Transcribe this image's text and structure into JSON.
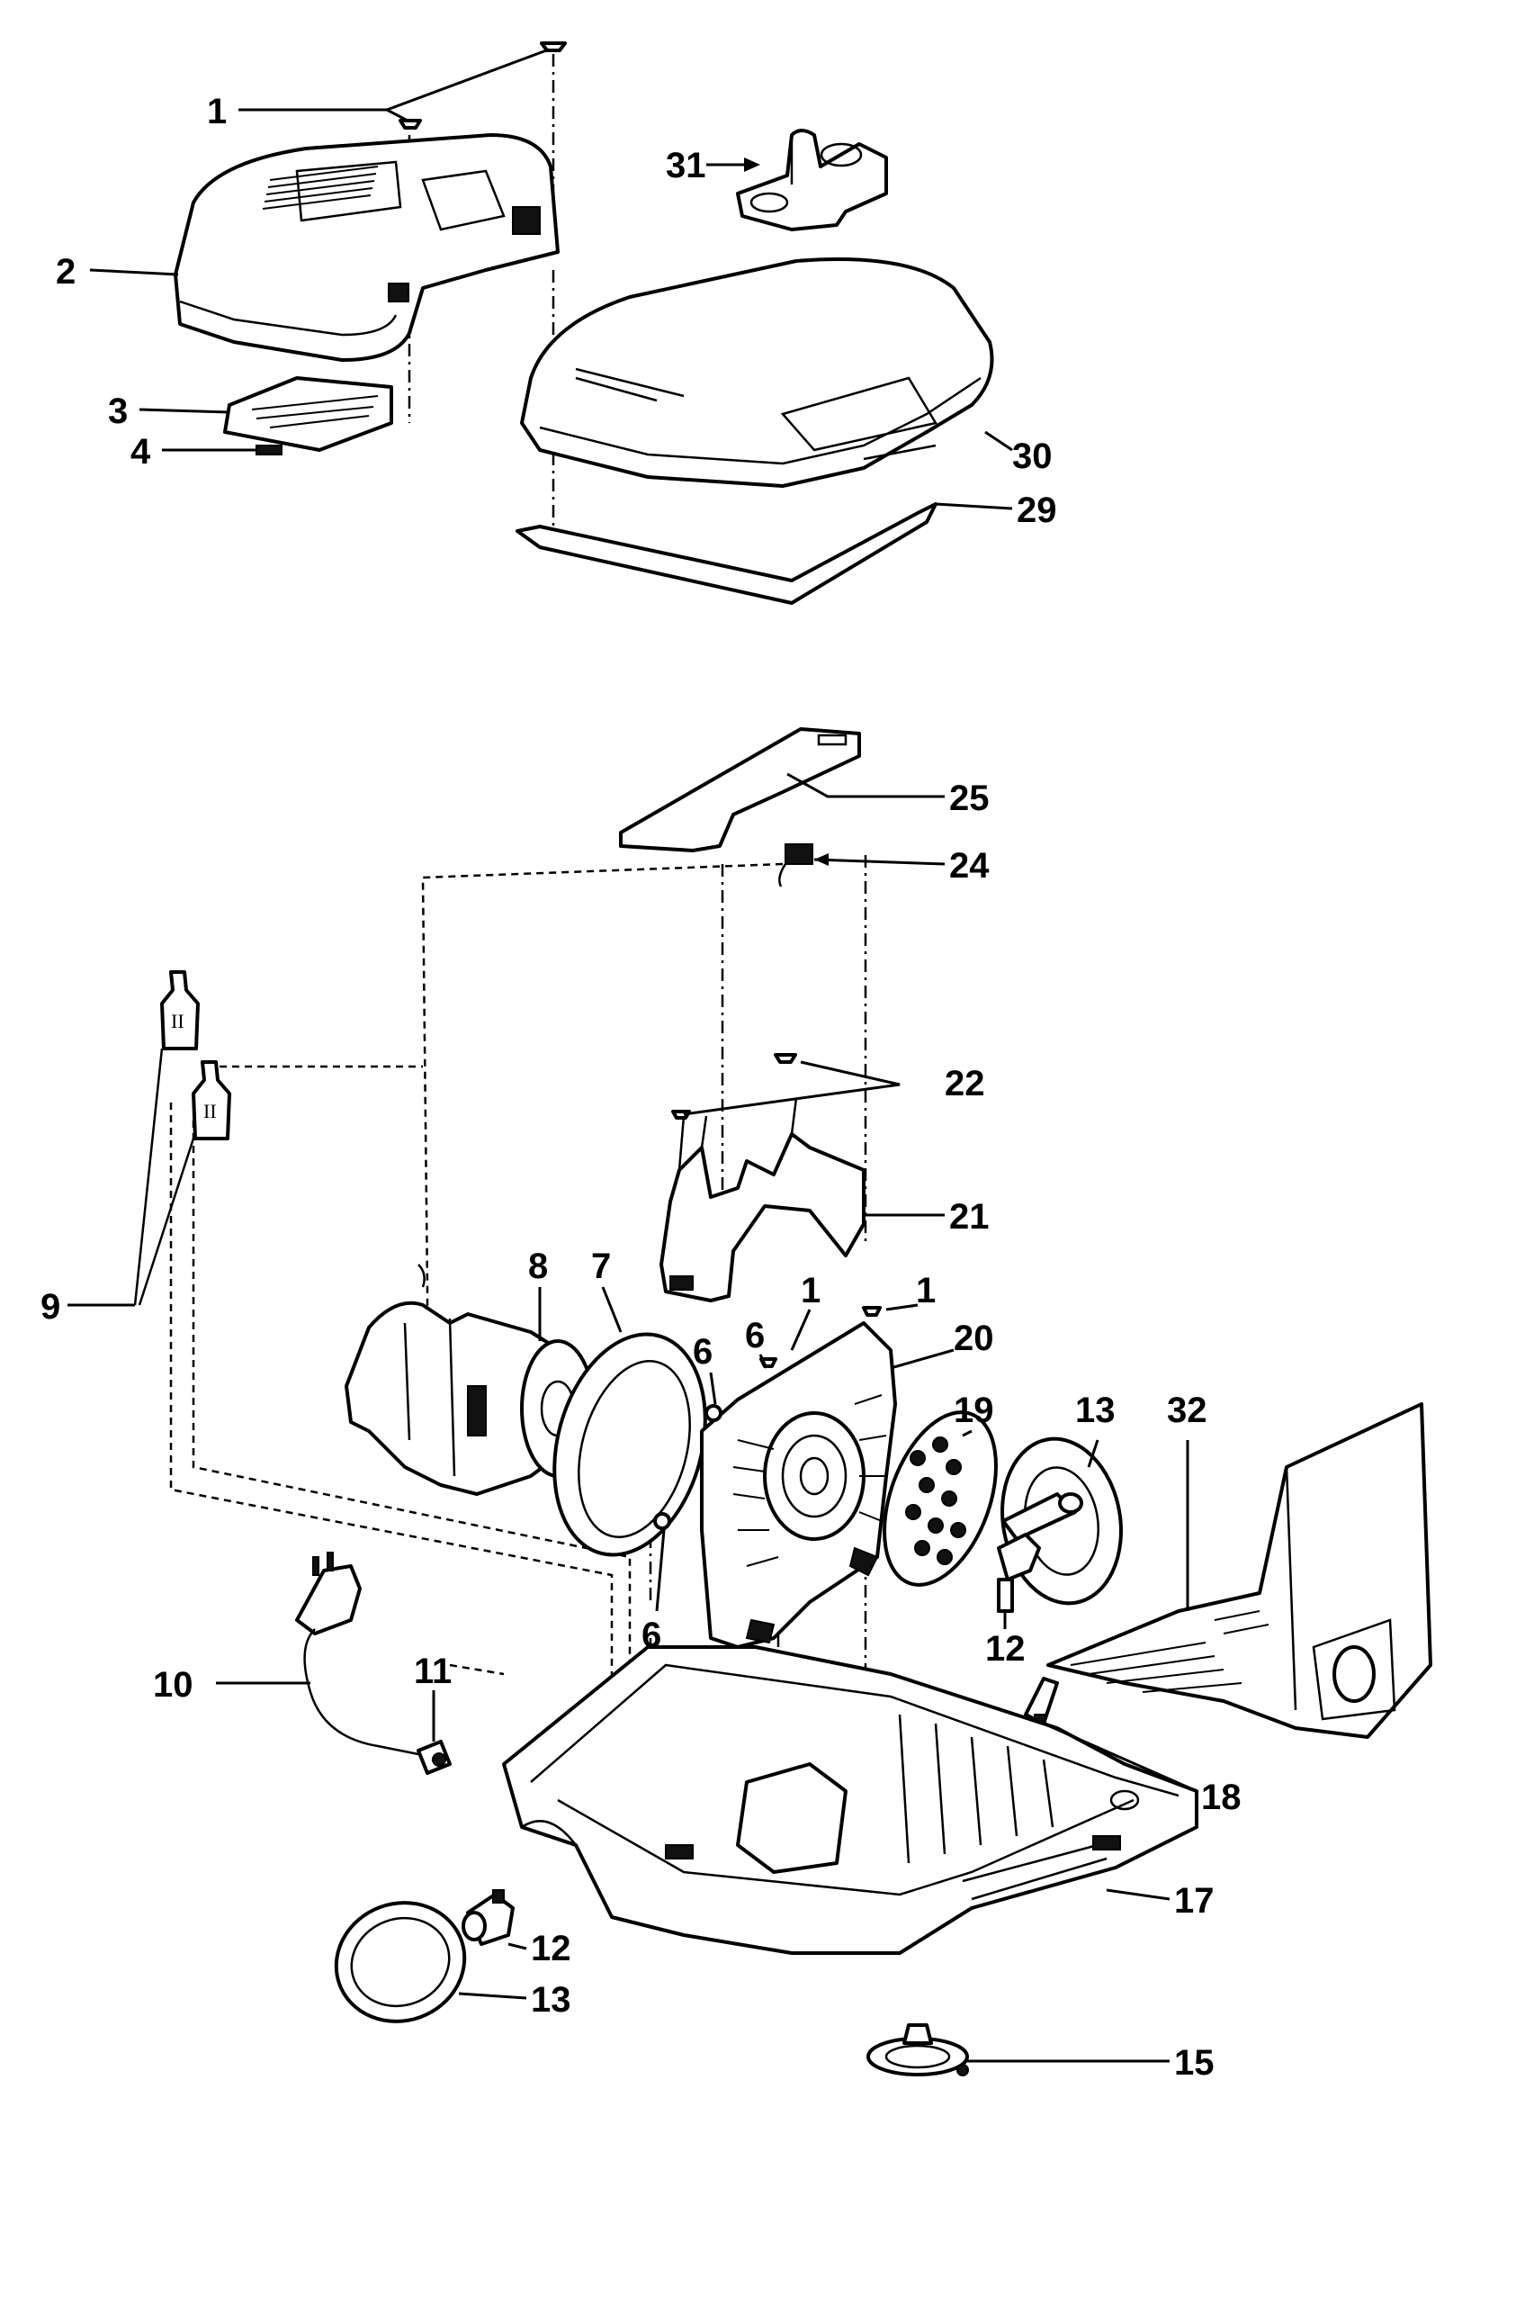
{
  "callouts": {
    "c1a": "1",
    "c2": "2",
    "c3": "3",
    "c4": "4",
    "c31": "31",
    "c30": "30",
    "c29": "29",
    "c25": "25",
    "c24": "24",
    "c9": "9",
    "c22": "22",
    "c21": "21",
    "c8": "8",
    "c7": "7",
    "c1b": "1",
    "c1c": "1",
    "c6a": "6",
    "c6b": "6",
    "c20": "20",
    "c19": "19",
    "c13a": "13",
    "c32": "32",
    "c6c": "6",
    "c12a": "12",
    "c10": "10",
    "c11": "11",
    "c18": "18",
    "c17": "17",
    "c12b": "12",
    "c13b": "13",
    "c15": "15"
  }
}
